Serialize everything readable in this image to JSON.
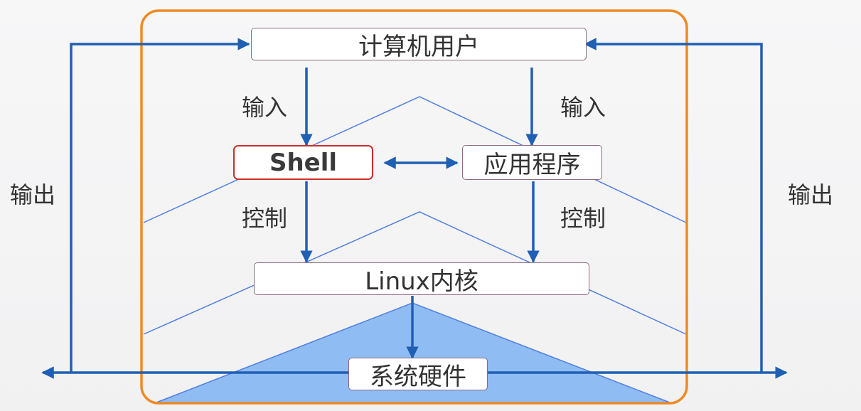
{
  "nodes": {
    "user": "计算机用户",
    "shell": "Shell",
    "app": "应用程序",
    "kernel": "Linux内核",
    "hardware": "系统硬件"
  },
  "labels": {
    "input_left": "输入",
    "input_right": "输入",
    "control_left": "控制",
    "control_right": "控制",
    "output_left": "输出",
    "output_right": "输出"
  },
  "colors": {
    "frame": "#f08a24",
    "arrow": "#1f5fb4",
    "shell_border": "#cf2b2b",
    "node_border": "#8e6a7e",
    "triangle_fill": "#8fbcf3",
    "chevron_line": "#4f7fe0"
  }
}
